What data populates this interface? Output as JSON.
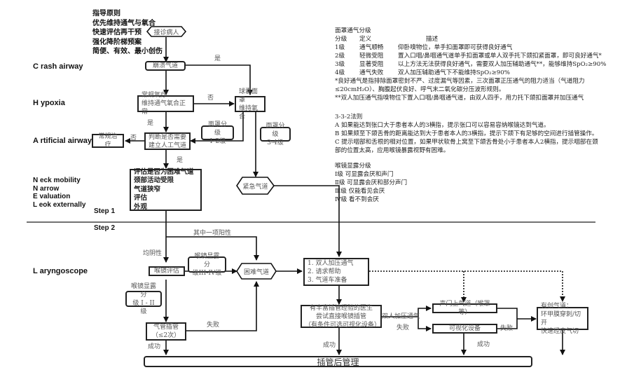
{
  "principles": [
    "指导原则",
    "优先维持通气与氧合",
    "快速评估再干预",
    "强化降阶梯预案",
    "简便、有效、最小创伤"
  ],
  "side_labels": {
    "crash": "C rash airway",
    "hypoxia": "H ypoxia",
    "artificial": "A rtificial airway",
    "neck": [
      "N eck mobility",
      "N arrow",
      "E valuation",
      "L eok externally"
    ],
    "laryngoscope": "L aryngoscope"
  },
  "steps": {
    "step1": "Step 1",
    "step2": "Step 2"
  },
  "nodes": {
    "start": "接诊病人",
    "crash": "崩溃气道",
    "oxygen": [
      "常规氧疗",
      "维持通气氧合正常"
    ],
    "bag_mask": [
      "球囊面罩",
      "维持氧合"
    ],
    "judge": [
      "判断是否需要",
      "建立人工气道"
    ],
    "routine": "常规治疗",
    "mask_grade_12": [
      "面罩分级",
      "1-2级"
    ],
    "mask_grade_34": [
      "面罩分级",
      "3-4级"
    ],
    "assess": [
      "评估是否为困难气道",
      "颈部活动受限",
      "气道狭窄",
      "评估",
      "外观"
    ],
    "emergency": "紧急气道",
    "laryngo_eval": "喉镜评估",
    "laryngo_grade_34": [
      "喉镜显露分",
      "级III-IV级"
    ],
    "laryngo_grade_12": [
      "喉镜显露分",
      "级 I - II 级"
    ],
    "difficult": "困难气道",
    "actions": [
      "1. 双人加压通气",
      "2. 请求帮助",
      "3. 气道车准备"
    ],
    "intubate": [
      "气管插管",
      "（≤2次）"
    ],
    "expert": [
      "有丰富插管经验的医生",
      "尝试直接喉镜插管",
      "（有条件可选可视化设备）"
    ],
    "supraglottic": "声门上气道（喉罩等）",
    "video": "可视化设备",
    "invasive": [
      "有创气道：",
      "环甲膜穿刺/切开",
      "快速经皮气切"
    ],
    "post": "插管后管理"
  },
  "edge_labels": {
    "yes1": "是",
    "no1": "否",
    "yes2": "是",
    "no2": "否",
    "yes3": "是",
    "one_positive": "其中一项阳性",
    "all_negative": "均阴性",
    "fail1": "失败",
    "success1": "成功",
    "two_person": "双人加压通气",
    "fail2": "失败",
    "success2": "成功",
    "fail3": "失败",
    "success3": "成功"
  },
  "mask_grading": {
    "title": "面罩通气分级",
    "headers": [
      "分级",
      "定义",
      "描述"
    ],
    "rows": [
      {
        "grade": "1级",
        "def": "通气顺畅",
        "desc": "仰卧嗅物位，单手扣面罩即可获得良好通气"
      },
      {
        "grade": "2级",
        "def": "轻微受阻",
        "desc": "置入口咽/鼻咽通气道单手扣面罩或单人双手托下颌扣紧面罩，即可良好通气*"
      },
      {
        "grade": "3级",
        "def": "显著受阻",
        "desc": "以上方法无法获得良好通气，需要双人加压辅助通气**，能够维持SpO₂≥90%"
      },
      {
        "grade": "4级",
        "def": "通气失败",
        "desc": "双人加压辅助通气下不能维持SpO₂≥90%"
      }
    ],
    "notes": [
      "*良好通气是指排除面罩密封不严、过度漏气等因素，三次面罩正压通气的阻力适当（气道阻力",
      "≤20cmH₂O）、胸腹起伏良好、呼气末二氧化碳分压波形规则。",
      "**双人加压通气指嗅物位下置入口咽/鼻咽通气道，由双人四手，用力托下颌扣面罩并加压通气"
    ]
  },
  "rule_332": {
    "title": "3-3-2法则",
    "lines": [
      "A 如果能达到张口大于患者本人的3横指，提示张口可以容易容纳喉镜达到气道。",
      "B 如果颏至下颌舌骨的距离能达到大于患者本人的3横指，提示下颌下有足够的空间进行插管操作。",
      "C 提示咽部和舌根的相对位置，如果甲状软骨上窝至下颌舌骨处小于患者本人2横指，提示咽部在颈",
      "部的位置太高，应用喉镜暴露视野有困难。"
    ]
  },
  "laryngo_grading": {
    "title": "喉镜显露分级",
    "lines": [
      "Ⅰ级 可显露会厌和声门",
      "Ⅱ级 可显露会厌和部分声门",
      "Ⅲ级 仅能看见会厌",
      "Ⅳ级 看不到会厌"
    ]
  }
}
